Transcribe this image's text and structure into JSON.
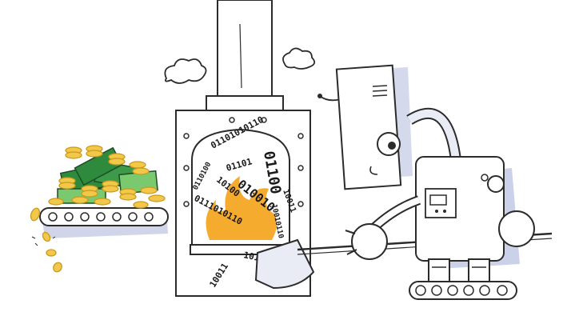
{
  "scene": {
    "colors": {
      "ink": "#2b2b2b",
      "shadow": "#a9b3d9",
      "fire": "#f4a623",
      "coin": "#f2c84b",
      "coin_dark": "#c99a1c",
      "cash": "#2e8b3e",
      "cash_light": "#7bc96f",
      "metal": "#e9ecf5"
    },
    "binary_strings": [
      {
        "id": "b1",
        "text": "01101010110"
      },
      {
        "id": "b2",
        "text": "0110100"
      },
      {
        "id": "b3",
        "text": "01101"
      },
      {
        "id": "b4",
        "text": "01100"
      },
      {
        "id": "b5",
        "text": "10011"
      },
      {
        "id": "b6",
        "text": "10100"
      },
      {
        "id": "b7",
        "text": "010010"
      },
      {
        "id": "b8",
        "text": "0111010110"
      },
      {
        "id": "b9",
        "text": "10010110"
      },
      {
        "id": "b10",
        "text": "10110011"
      },
      {
        "id": "b11",
        "text": "10011"
      }
    ]
  }
}
